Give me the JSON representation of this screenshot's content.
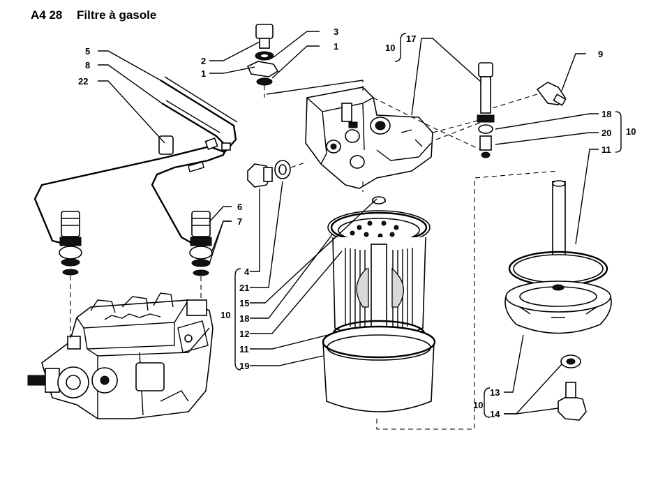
{
  "header": {
    "code": "A4 28",
    "title": "Filtre à gasole"
  },
  "callouts": {
    "c5": "5",
    "c8": "8",
    "c22": "22",
    "c2": "2",
    "c1a": "1",
    "c3": "3",
    "c1b": "1",
    "c10a": "10",
    "c17": "17",
    "c9": "9",
    "c18a": "18",
    "c20": "20",
    "c10b": "10",
    "c11a": "11",
    "c6": "6",
    "c7": "7",
    "c4": "4",
    "c21": "21",
    "c15": "15",
    "c18b": "18",
    "c12": "12",
    "c11b": "11",
    "c19": "19",
    "c10c": "10",
    "c13": "13",
    "c14": "14",
    "c10d": "10"
  }
}
